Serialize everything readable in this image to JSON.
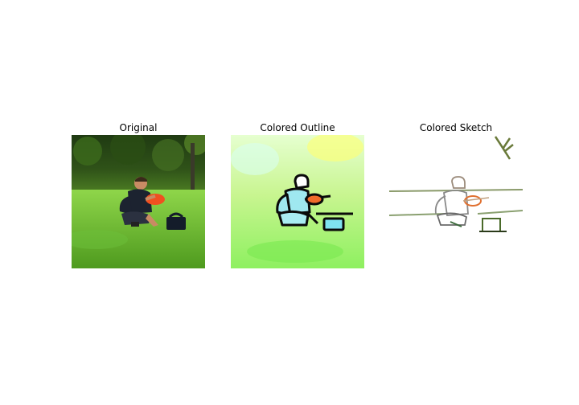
{
  "panels": [
    {
      "title": "Original"
    },
    {
      "title": "Colored Outline"
    },
    {
      "title": "Colored Sketch"
    }
  ]
}
